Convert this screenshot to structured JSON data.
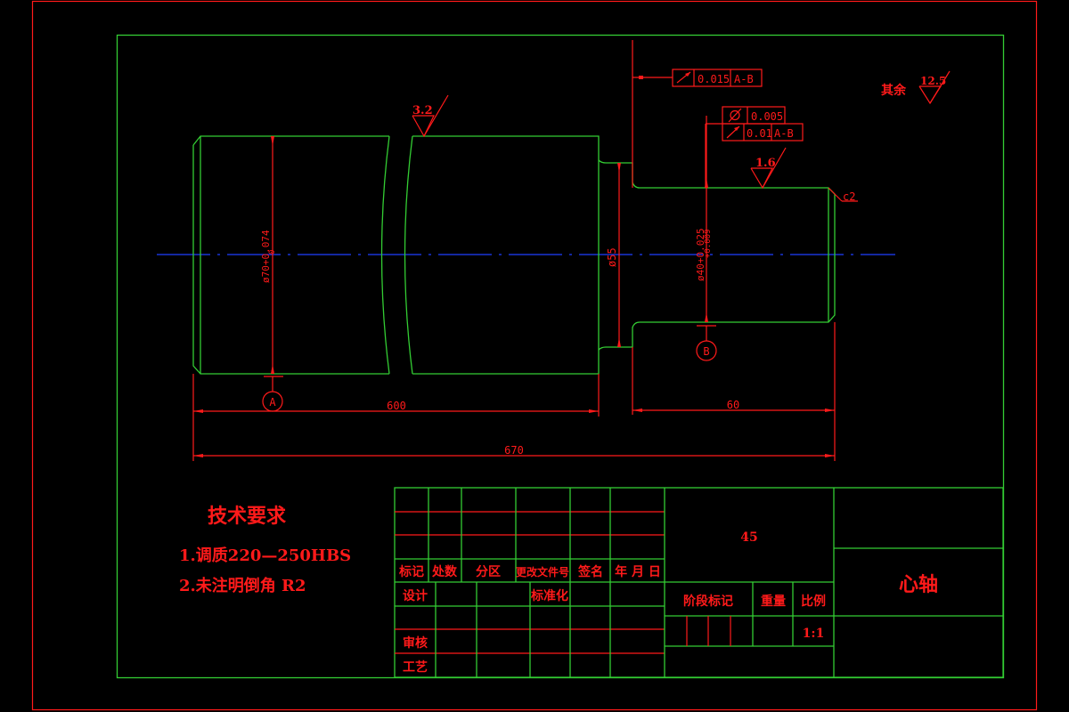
{
  "drawing": {
    "title": "心轴",
    "material": "45",
    "scale": "1:1",
    "colors": {
      "background": "#000000",
      "outline": "#33cc33",
      "annotation": "#ff1a1a",
      "centerline": "#1f3fff"
    },
    "dimensions": {
      "d_large": "ø70+0.074",
      "d_large_lower": "0",
      "d_shoulder": "ø55",
      "d_small": "ø40+0.025",
      "d_small_lower": "+0.009",
      "len_600": "600",
      "len_60": "60",
      "len_670": "670",
      "chamfer": "c2"
    },
    "datums": {
      "a": "A",
      "b": "B"
    },
    "tolerances": {
      "top": {
        "symbol": "circular-runout",
        "value": "0.015",
        "datum": "A-B"
      },
      "cyl": {
        "symbol": "cylindricity",
        "value": "0.005"
      },
      "runout2": {
        "symbol": "circular-runout",
        "value": "0.01",
        "datum": "A-B"
      }
    },
    "roughness": {
      "r1": "3.2",
      "r2": "1.6",
      "rest_label": "其余",
      "rest_value": "12.5"
    },
    "tech_requirements": {
      "title": "技术要求",
      "items": [
        "1.调质220—250HBS",
        "2.未注明倒角 R2"
      ]
    },
    "title_block": {
      "headers": [
        "标记",
        "处数",
        "分区",
        "更改文件号",
        "签名",
        "年 月 日"
      ],
      "rows": [
        "设计",
        "",
        "审核",
        "工艺"
      ],
      "standardization": "标准化",
      "stage_mark": "阶段标记",
      "weight": "重量",
      "scale_label": "比例"
    }
  }
}
